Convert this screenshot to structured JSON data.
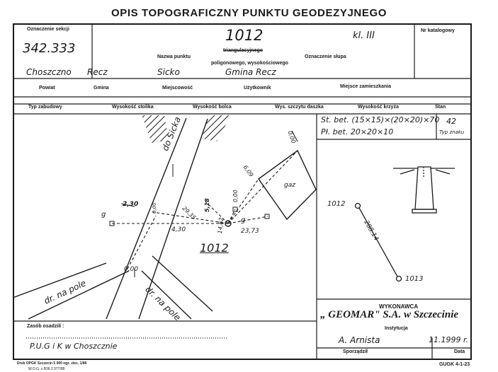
{
  "title": "OPIS TOPOGRAFICZNY PUNKTU GEODEZYJNEGO",
  "header": {
    "section_label": "Oznaczenie sekcji",
    "section_value": "342.333",
    "point_number": "1012",
    "point_class": "kl. III",
    "catalog_label": "Nr katalogowy",
    "point_name_label": "Nazwa punktu",
    "point_type_1": "triangulacyjnego",
    "point_type_2": "poligonowego, wysokościowego",
    "pillar_label": "Oznaczenie słupa"
  },
  "location": {
    "powiat_value": "Choszczno",
    "gmina_value": "Recz",
    "miejscowosc_value": "Sicko",
    "uzytkownik_value": "Gmina Recz",
    "powiat_label": "Powiat",
    "gmina_label": "Gmina",
    "miejscowosc_label": "Miejscowość",
    "uzytkownik_label": "Użytkownik",
    "zamieszkanie_label": "Miejsce zamieszkania"
  },
  "type_row": {
    "typ_zabudowy": "Typ zabudowy",
    "wys_stolika": "Wysokość stolika",
    "wys_bolca": "Wysokość bolca",
    "wys_szczytu": "Wys. szczytu daszka",
    "wys_krzyza": "Wysokość krzyża",
    "stan": "Stan"
  },
  "marker": {
    "st_bet": "St. bet. (15×15)×(20×20)×70",
    "pl_bet": "Pł. bet.  20×20×10",
    "typ_value": "42",
    "typ_label": "Typ znaku"
  },
  "sketch": {
    "road_1": "do Sicka",
    "road_2": "dr. na pole",
    "road_3": "dr. na pole",
    "gaz": "gaz",
    "point_label": "1012",
    "m_230": "2,30",
    "m_000a": "0,00",
    "m_000b": "0,00",
    "m_000c": "0,00",
    "m_000d": "0,00",
    "m_430": "4,30",
    "m_2373": "23,73",
    "m_518": "5,18",
    "m_609": "6,09",
    "m_1462": "14,62",
    "m_2935": "29,35",
    "g1": "g",
    "g2": "g"
  },
  "diagram": {
    "from": "1012",
    "to": "1013",
    "distance": "288.14"
  },
  "footer": {
    "zasob_label": "Zasób osadzili :",
    "zasob_value": "P.U.G i K w Choszcznie",
    "wykonawca_label": "WYKONAWCA",
    "firm": "„ GEOMAR\" S.A. w Szczecinie",
    "instytucja_label": "Instytucja",
    "author": "A. Arnista",
    "date": "11.1999 r.",
    "sporzadzil_label": "Sporządził",
    "data_label": "Data",
    "print_line1": "Druk OPGK Szczecin 5 000 egz. zlec. 1/86",
    "print_line2": "W.O.G.  z  B36.2  577/88",
    "form_code": "GUGK 4-1-23"
  }
}
